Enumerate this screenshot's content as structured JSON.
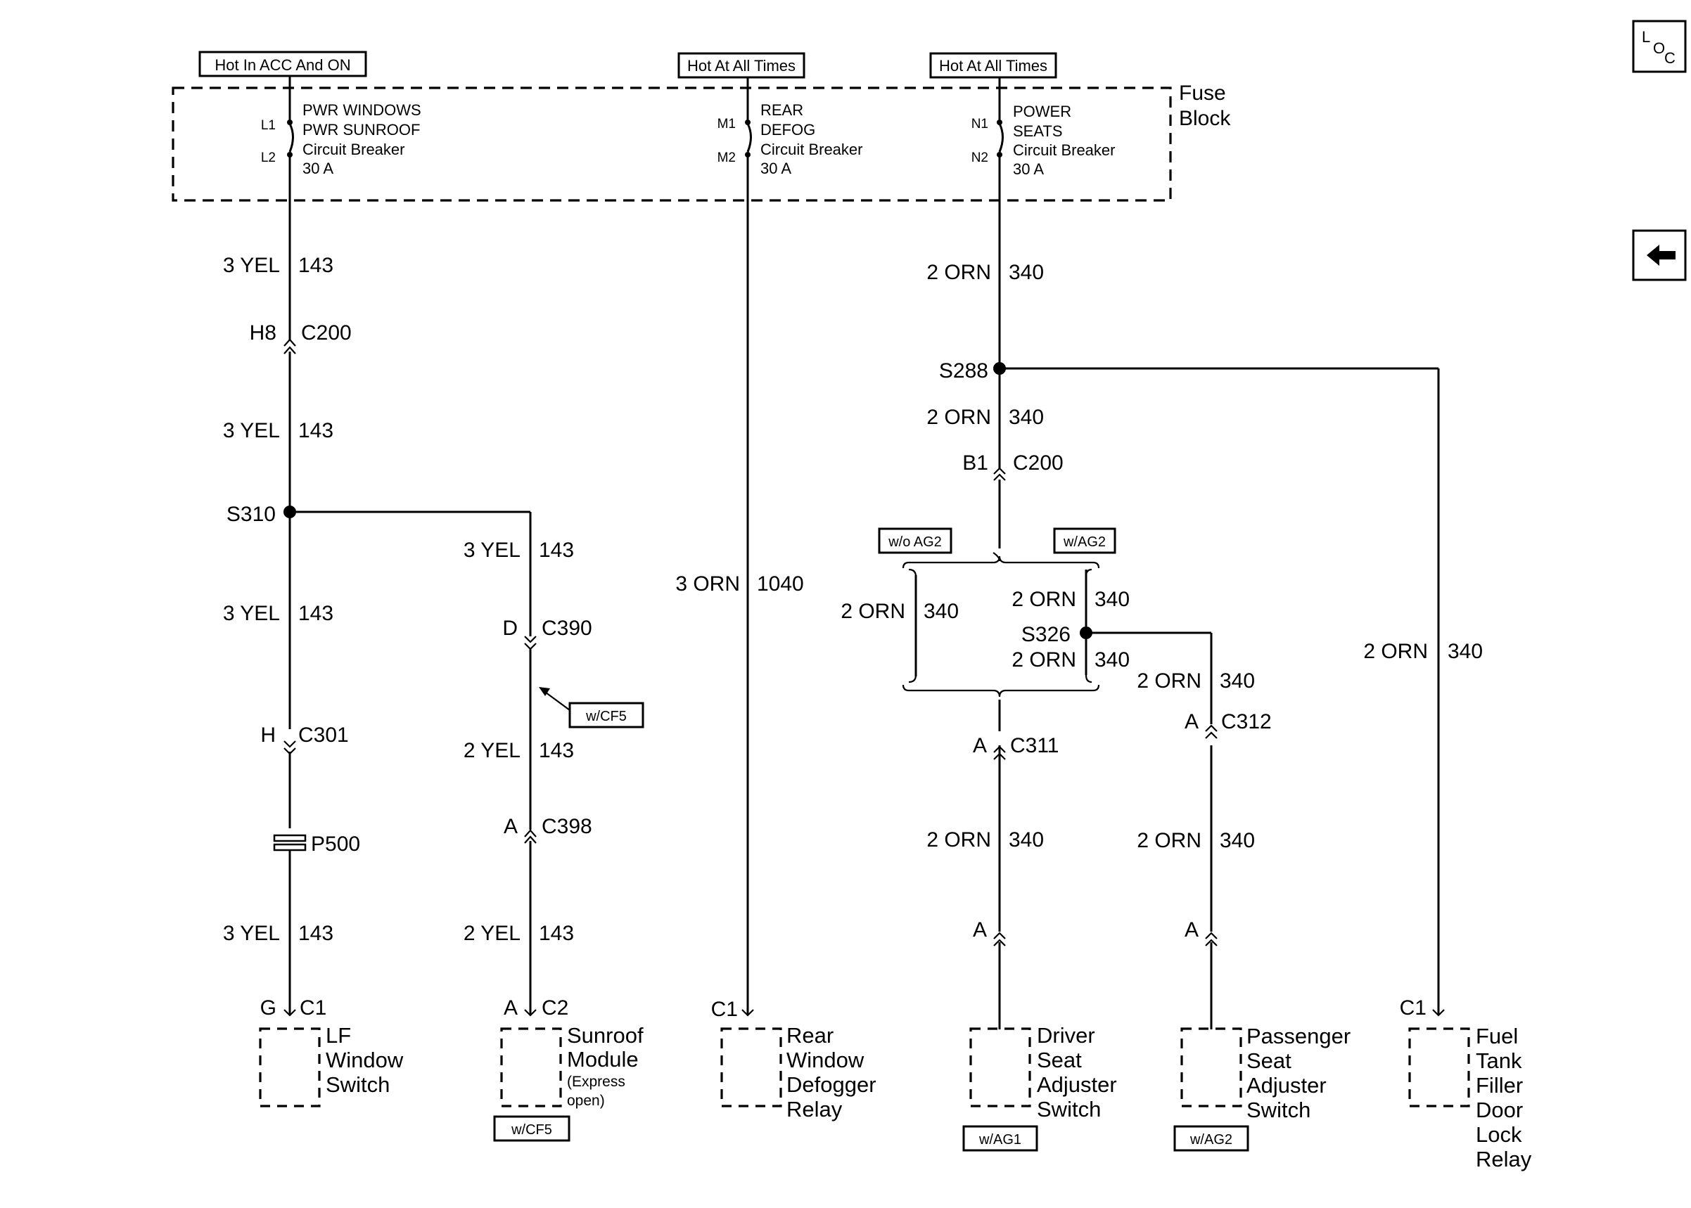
{
  "power_labels": [
    "Hot In ACC And ON",
    "Hot At All Times",
    "Hot At All Times"
  ],
  "fuse_block": {
    "title": [
      "Fuse",
      "Block"
    ],
    "breakers": [
      {
        "pins": [
          "L1",
          "L2"
        ],
        "lines": [
          "PWR WINDOWS",
          "PWR SUNROOF",
          "Circuit Breaker",
          "30 A"
        ]
      },
      {
        "pins": [
          "M1",
          "M2"
        ],
        "lines": [
          "REAR",
          "DEFOG",
          "Circuit Breaker",
          "30 A"
        ]
      },
      {
        "pins": [
          "N1",
          "N2"
        ],
        "lines": [
          "POWER",
          "SEATS",
          "Circuit Breaker",
          "30 A"
        ]
      }
    ]
  },
  "wires": [
    {
      "color": "3 YEL",
      "circuit": "143"
    },
    {
      "color": "3 YEL",
      "circuit": "143"
    },
    {
      "color": "3 YEL",
      "circuit": "143"
    },
    {
      "color": "3 YEL",
      "circuit": "143"
    },
    {
      "color": "3 YEL",
      "circuit": "143"
    },
    {
      "color": "2 YEL",
      "circuit": "143"
    },
    {
      "color": "2 YEL",
      "circuit": "143"
    },
    {
      "color": "3 ORN",
      "circuit": "1040"
    },
    {
      "color": "2 ORN",
      "circuit": "340"
    },
    {
      "color": "2 ORN",
      "circuit": "340"
    },
    {
      "color": "2 ORN",
      "circuit": "340"
    },
    {
      "color": "2 ORN",
      "circuit": "340"
    },
    {
      "color": "2 ORN",
      "circuit": "340"
    },
    {
      "color": "2 ORN",
      "circuit": "340"
    },
    {
      "color": "2 ORN",
      "circuit": "340"
    },
    {
      "color": "2 ORN",
      "circuit": "340"
    },
    {
      "color": "2 ORN",
      "circuit": "340"
    }
  ],
  "connectors": [
    {
      "pin": "H8",
      "name": "C200"
    },
    {
      "pin": "D",
      "name": "C390"
    },
    {
      "pin": "H",
      "name": "C301"
    },
    {
      "pin": "A",
      "name": "C398"
    },
    {
      "pin": "G",
      "name": "C1"
    },
    {
      "pin": "A",
      "name": "C2"
    },
    {
      "pin": "",
      "name": "C1"
    },
    {
      "pin": "B1",
      "name": "C200"
    },
    {
      "pin": "A",
      "name": "C311"
    },
    {
      "pin": "A",
      "name": "C312"
    },
    {
      "pin": "A",
      "name": ""
    },
    {
      "pin": "A",
      "name": ""
    },
    {
      "pin": "",
      "name": "C1"
    }
  ],
  "splices": [
    "S310",
    "S288",
    "S326"
  ],
  "ground_point": "P500",
  "options": [
    "w/CF5",
    "w/o AG2",
    "w/AG2",
    "w/CF5",
    "w/AG1",
    "w/AG2"
  ],
  "components": [
    {
      "lines": [
        "LF",
        "Window",
        "Switch"
      ]
    },
    {
      "lines": [
        "Sunroof",
        "Module"
      ],
      "note": [
        "(Express",
        "open)"
      ]
    },
    {
      "lines": [
        "Rear",
        "Window",
        "Defogger",
        "Relay"
      ]
    },
    {
      "lines": [
        "Driver",
        "Seat",
        "Adjuster",
        "Switch"
      ]
    },
    {
      "lines": [
        "Passenger",
        "Seat",
        "Adjuster",
        "Switch"
      ]
    },
    {
      "lines": [
        "Fuel",
        "Tank",
        "Filler",
        "Door",
        "Lock",
        "Relay"
      ]
    }
  ],
  "nav": {
    "loc_icon": "loc-icon",
    "back_icon": "back-arrow-icon"
  }
}
